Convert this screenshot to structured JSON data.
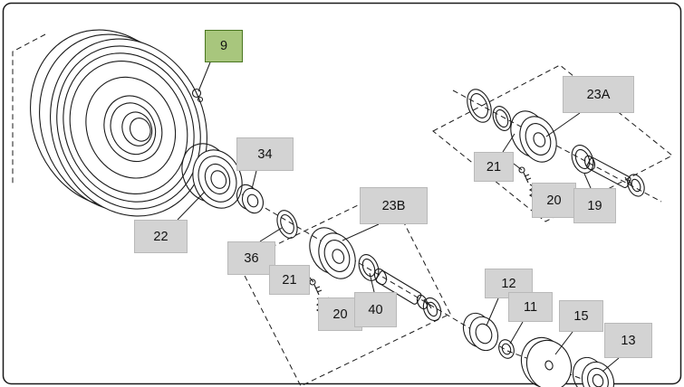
{
  "labels": [
    {
      "text": "9",
      "highlighted": true
    },
    {
      "text": "34"
    },
    {
      "text": "22"
    },
    {
      "text": "23A"
    },
    {
      "text": "21"
    },
    {
      "text": "20"
    },
    {
      "text": "19"
    },
    {
      "text": "23B"
    },
    {
      "text": "36"
    },
    {
      "text": "21"
    },
    {
      "text": "20"
    },
    {
      "text": "40"
    },
    {
      "text": "12"
    },
    {
      "text": "11"
    },
    {
      "text": "15"
    },
    {
      "text": "13"
    }
  ],
  "colors": {
    "label_fill": "#d3d3d3",
    "label_border": "#b9b9b9",
    "highlight_fill": "#a8c67d",
    "highlight_border": "#49761f",
    "line_color": "#1a1a1a"
  }
}
